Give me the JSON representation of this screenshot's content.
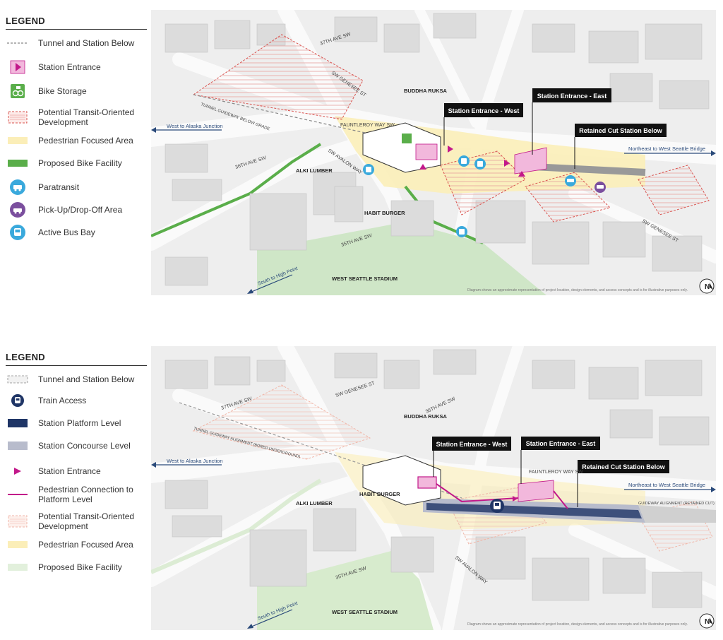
{
  "top": {
    "legend": {
      "title": "LEGEND",
      "items": [
        {
          "label": "Tunnel and Station Below",
          "icon": "tunnel-dashed-icon"
        },
        {
          "label": "Station Entrance",
          "icon": "station-entrance-icon"
        },
        {
          "label": "Bike Storage",
          "icon": "bike-storage-icon"
        },
        {
          "label": "Potential Transit-Oriented Development",
          "icon": "tod-hatch-icon"
        },
        {
          "label": "Pedestrian Focused Area",
          "icon": "pedestrian-area-icon"
        },
        {
          "label": "Proposed Bike Facility",
          "icon": "bike-facility-icon"
        },
        {
          "label": "Paratransit",
          "icon": "paratransit-icon"
        },
        {
          "label": "Pick-Up/Drop-Off Area",
          "icon": "pickup-dropoff-icon"
        },
        {
          "label": "Active Bus Bay",
          "icon": "bus-bay-icon"
        }
      ]
    },
    "map": {
      "callout_west": "Station Entrance - West",
      "callout_east": "Station Entrance - East",
      "callout_retained": "Retained Cut Station Below",
      "arrow_west": "West to Alaska Junction",
      "arrow_northeast": "Northeast to West Seattle Bridge",
      "arrow_south": "South to High Point",
      "street_37th": "37TH AVE SW",
      "street_genesee": "SW GENESEE ST",
      "street_genesee_2": "SW GENESEE ST",
      "street_fauntleroy": "FAUNTLEROY WAY SW",
      "street_avalon": "SW AVALON WAY",
      "street_36th": "36TH AVE SW",
      "street_35th": "35TH AVE SW",
      "tunnel_label": "TUNNEL GUIDEWAY BELOW GRADE",
      "landmark_buddha": "BUDDHA RUKSA",
      "landmark_alki": "ALKI LUMBER",
      "landmark_habit": "HABIT BURGER",
      "landmark_stadium": "WEST SEATTLE STADIUM",
      "disclaimer": "Diagram shows an approximate representation of project location, design elements, and access concepts and is for illustrative purposes only.",
      "north": "N"
    }
  },
  "bottom": {
    "legend": {
      "title": "LEGEND",
      "items": [
        {
          "label": "Tunnel and Station Below",
          "icon": "tunnel-dashed-icon"
        },
        {
          "label": "Train Access",
          "icon": "train-access-icon"
        },
        {
          "label": "Station Platform Level",
          "icon": "platform-level-icon"
        },
        {
          "label": "Station Concourse Level",
          "icon": "concourse-level-icon"
        },
        {
          "label": "Station Entrance",
          "icon": "station-entrance-icon"
        },
        {
          "label": "Pedestrian Connection to Platform Level",
          "icon": "pedestrian-connection-icon"
        },
        {
          "label": "Potential Transit-Oriented Development",
          "icon": "tod-hatch-icon"
        },
        {
          "label": "Pedestrian Focused Area",
          "icon": "pedestrian-area-icon"
        },
        {
          "label": "Proposed Bike Facility",
          "icon": "bike-facility-icon"
        }
      ]
    },
    "map": {
      "callout_west": "Station Entrance - West",
      "callout_east": "Station Entrance - East",
      "callout_retained": "Retained Cut Station Below",
      "arrow_west": "West to Alaska Junction",
      "arrow_northeast": "Northeast to West Seattle Bridge",
      "arrow_south": "South to High Point",
      "street_37th": "37TH AVE SW",
      "street_genesee": "SW GENESEE ST",
      "street_36th": "36TH AVE SW",
      "street_fauntleroy": "FAUNTLEROY WAY SW",
      "street_avalon": "SW AVALON WAY",
      "street_35th": "35TH AVE SW",
      "tunnel_label": "TUNNEL GUIDEWAY ALIGNMENT (BORED UNDERGROUND)",
      "guideway_label": "GUIDEWAY ALIGNMENT (RETAINED CUT)",
      "landmark_buddha": "BUDDHA RUKSA",
      "landmark_alki": "ALKI LUMBER",
      "landmark_habit": "HABIT BURGER",
      "landmark_stadium": "WEST SEATTLE STADIUM",
      "disclaimer": "Diagram shows an approximate representation of project location, design elements, and access concepts and is for illustrative purposes only.",
      "north": "N"
    }
  },
  "colors": {
    "bus": "#3aa9dc",
    "pickup": "#7b4f9e",
    "entrance": "#c2188a",
    "entrance_fill": "#f2b8dc",
    "bike_green": "#5aae4a",
    "tod_red": "#d9534f",
    "ped_yellow": "#fbeeb8",
    "platform_navy": "#1f3566",
    "concourse": "#b8bccc",
    "callout": "#111111",
    "arrow_navy": "#2a4a7a"
  }
}
